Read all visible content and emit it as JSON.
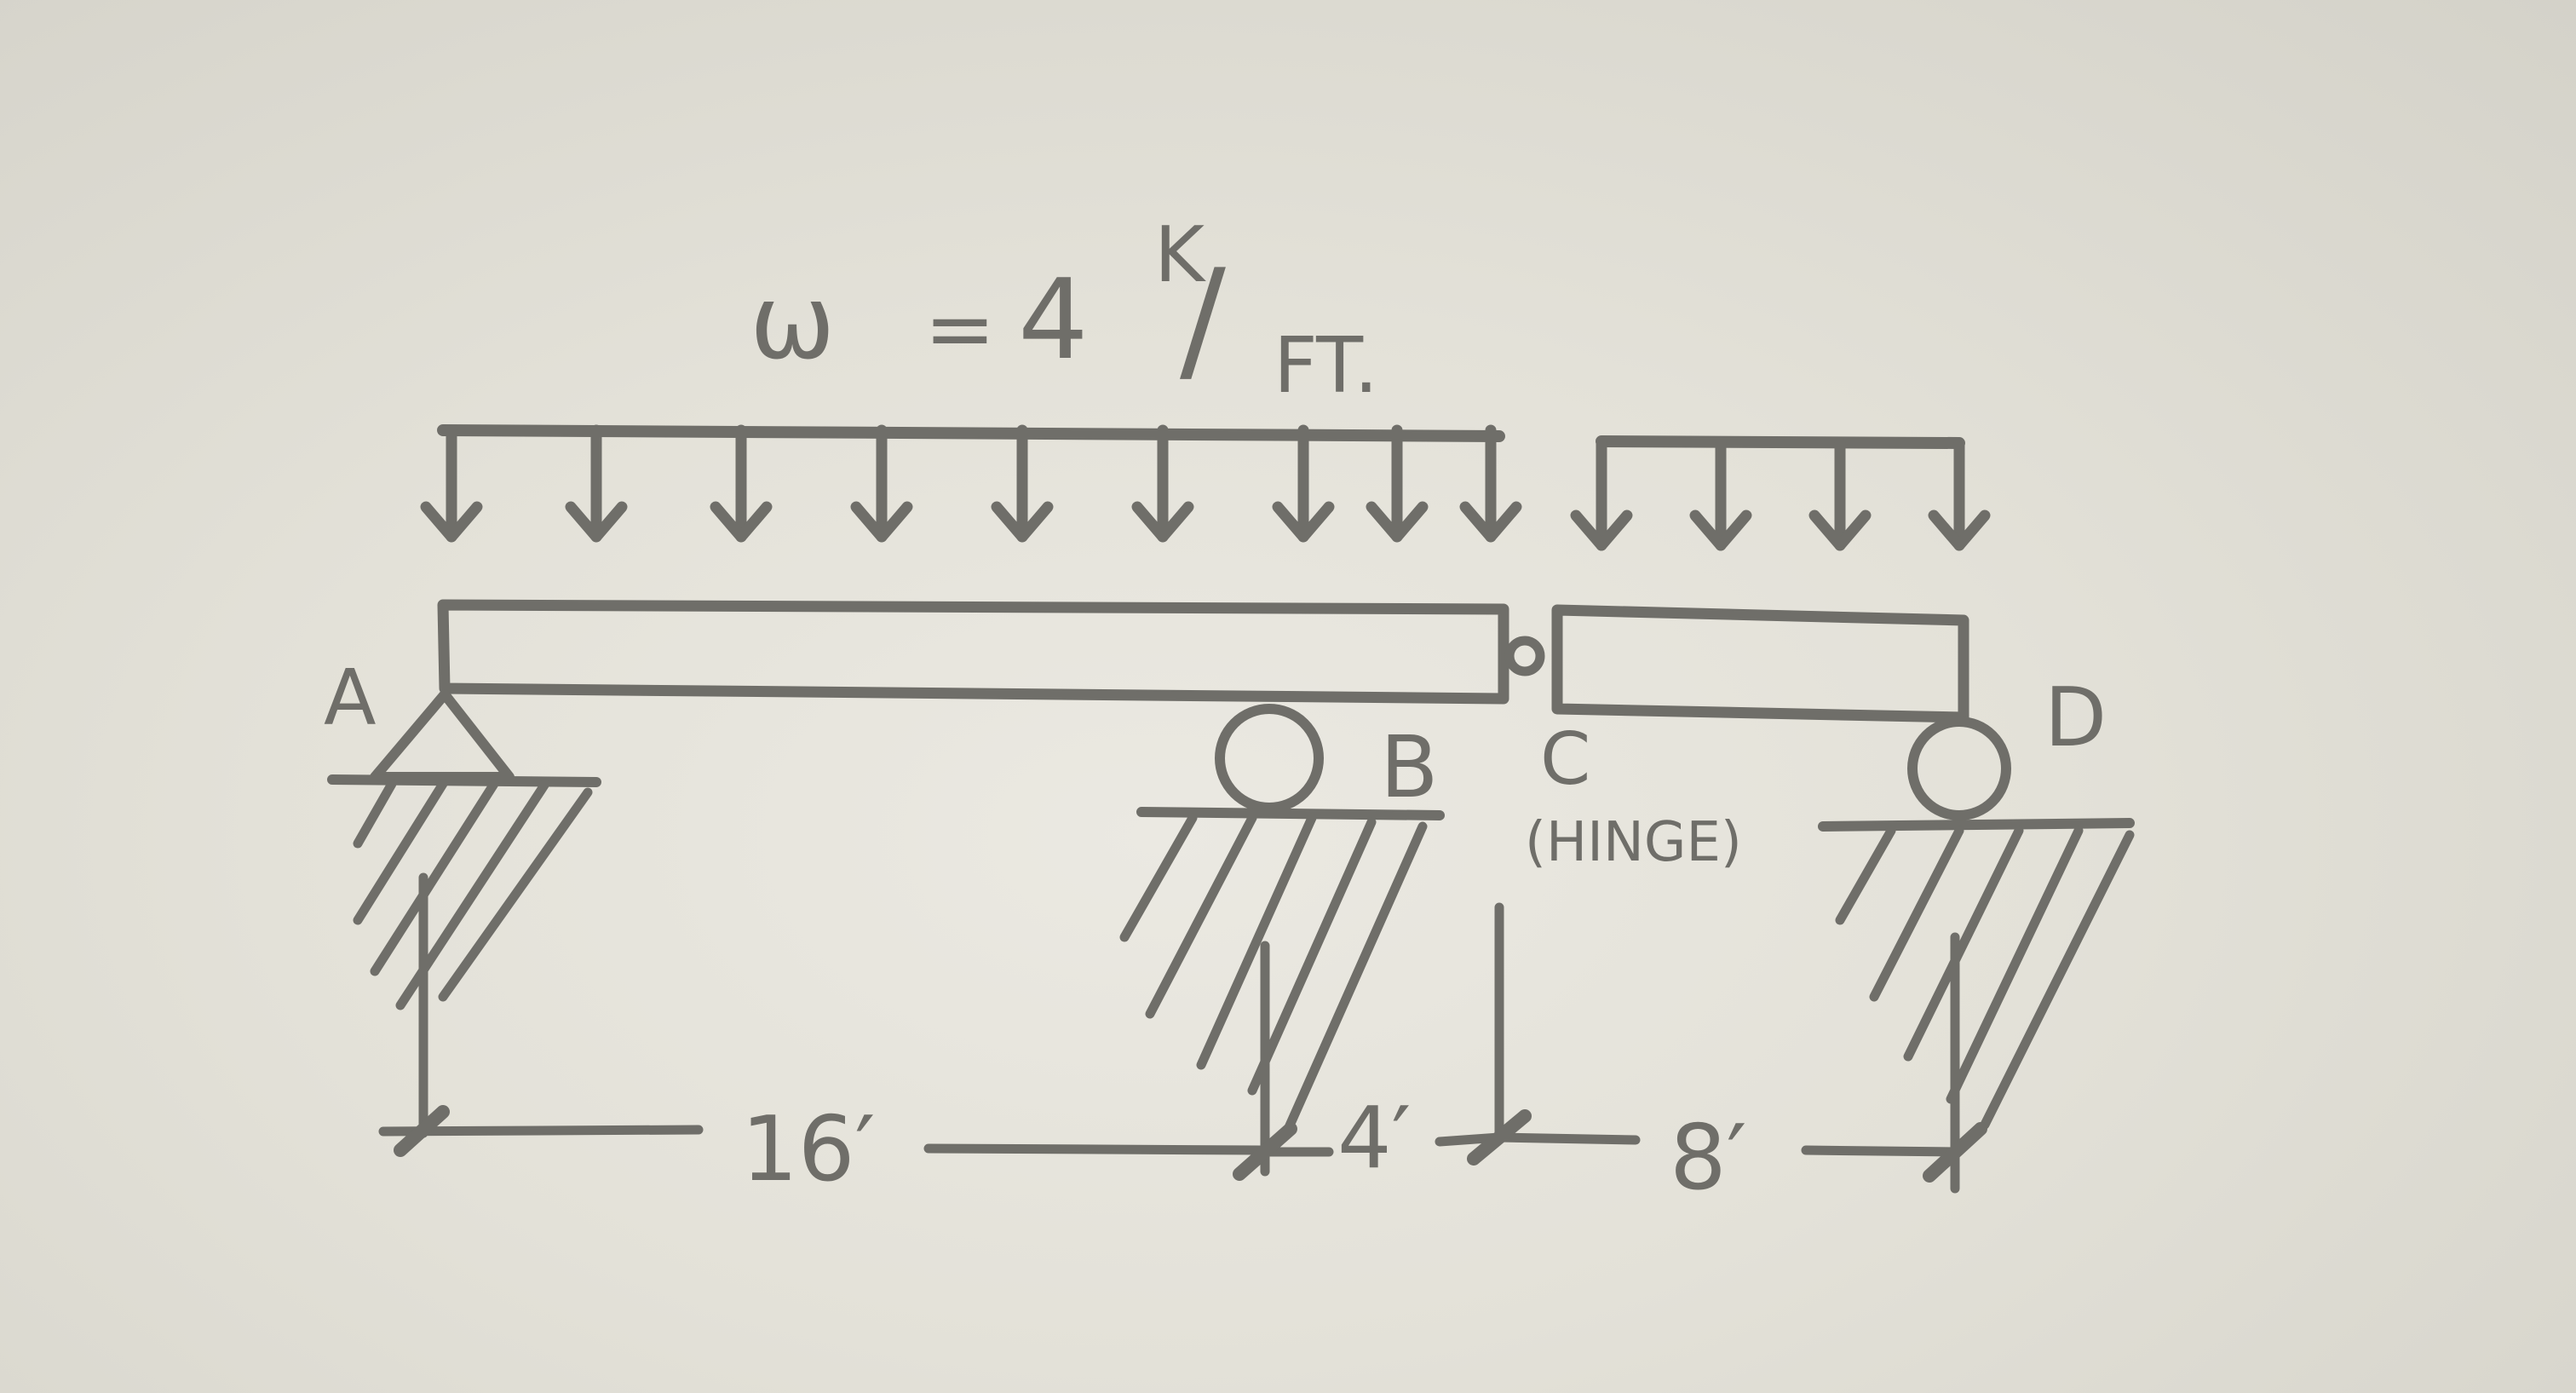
{
  "load": {
    "symbol": "ω",
    "equals": "=",
    "value": "4",
    "unit_top": "K",
    "unit_slash": "/",
    "unit_bottom": "FT."
  },
  "points": {
    "A": "A",
    "B": "B",
    "C": "C",
    "hinge_note": "(HINGE)",
    "D": "D"
  },
  "spans": {
    "AB": "16′",
    "BC": "4′",
    "CD": "8′"
  },
  "colors": {
    "ink": "#6f6e69",
    "paper": "#e8e6df"
  },
  "icons": {
    "pin_support": "triangle-pin-support-icon",
    "roller_support": "roller-support-icon",
    "hinge": "hinge-icon",
    "ground": "hatched-ground-icon"
  }
}
